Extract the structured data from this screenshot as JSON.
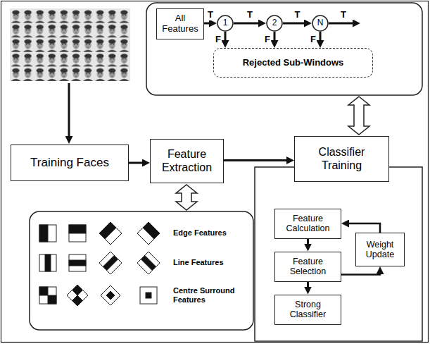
{
  "diagram": {
    "nodes": [
      {
        "text": [
          "All Features"
        ]
      },
      {
        "text": [
          "1"
        ]
      },
      {
        "text": [
          "2"
        ]
      },
      {
        "text": [
          "N"
        ]
      },
      {
        "text": [
          "Rejected Sub-Windows"
        ]
      },
      {
        "text": [
          "Training Faces"
        ]
      },
      {
        "text": [
          "Feature Extraction"
        ]
      },
      {
        "text": [
          "Classifier Training"
        ]
      },
      {
        "text": [
          "Feature Calculation"
        ]
      },
      {
        "text": [
          "Feature Selection"
        ]
      },
      {
        "text": [
          "Weight Update"
        ]
      },
      {
        "text": [
          "Strong Classifier"
        ]
      }
    ],
    "edges": [
      {
        "from": 0,
        "to": 1,
        "arrow": "to",
        "label": "T"
      },
      {
        "from": 1,
        "to": 2,
        "arrow": "to",
        "label": "T"
      },
      {
        "from": 2,
        "to": 3,
        "arrow": "to",
        "label": "T"
      },
      {
        "from": 1,
        "to": 4,
        "arrow": "to",
        "label": "F"
      },
      {
        "from": 2,
        "to": 4,
        "arrow": "to",
        "label": "F"
      },
      {
        "from": 3,
        "to": 4,
        "arrow": "to",
        "label": "F"
      },
      {
        "from": 5,
        "to": 6,
        "arrow": "to"
      },
      {
        "from": 6,
        "to": 7,
        "arrow": "to"
      },
      {
        "from": 8,
        "to": 9,
        "arrow": "to"
      },
      {
        "from": 9,
        "to": 11,
        "arrow": "to"
      },
      {
        "from": 9,
        "to": 10,
        "arrow": "to"
      },
      {
        "from": 10,
        "to": 8,
        "arrow": "to"
      }
    ],
    "labels": [
      "T",
      "Edge Features",
      "Line Features",
      "Centre Surround Features"
    ]
  }
}
